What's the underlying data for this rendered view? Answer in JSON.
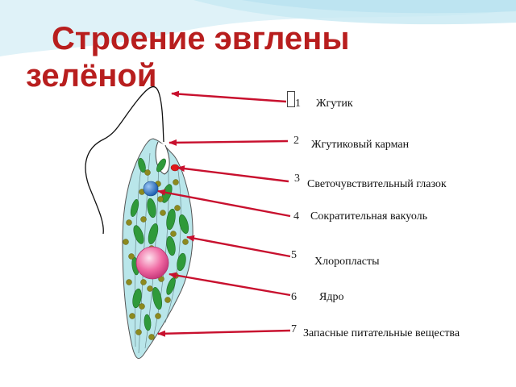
{
  "title": {
    "line1": "Строение эвглены",
    "line2": "зелёной"
  },
  "colors": {
    "title": "#b81e1e",
    "arrow": "#c8102e",
    "cell_fill": "#b9e6ea",
    "chloroplast": "#2f9a3a",
    "reserve_granule": "#8c8a1e",
    "nucleus": "#f06aa3",
    "eyespot": "#e01818",
    "vacuole": "#1f6fc0",
    "background_swoosh": "#d9f0f7"
  },
  "labels": [
    {
      "number": "1",
      "text": "Жгутик"
    },
    {
      "number": "2",
      "text": "Жгутиковый карман"
    },
    {
      "number": "3",
      "text": "Светочувствительный глазок"
    },
    {
      "number": "4",
      "text": "Сократительная вакуоль"
    },
    {
      "number": "5",
      "text": "Хлоропласты"
    },
    {
      "number": "6",
      "text": "Ядро"
    },
    {
      "number": "7",
      "text": "Запасные питательные вещества"
    }
  ]
}
